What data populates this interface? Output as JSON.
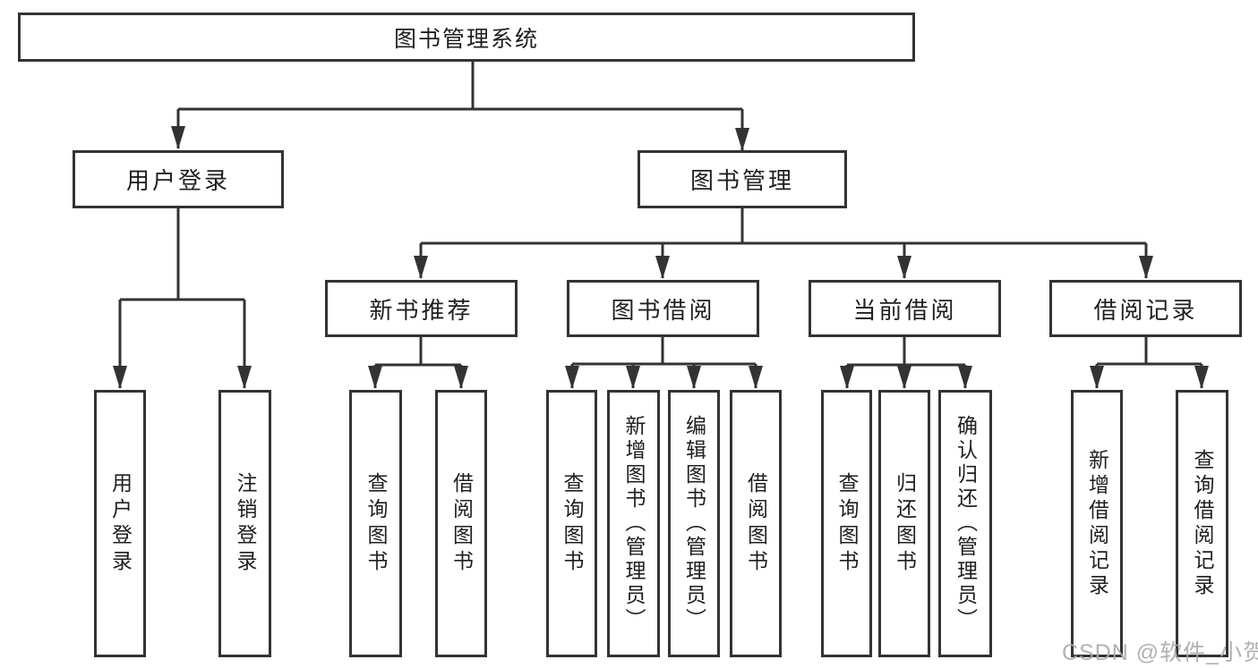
{
  "diagram": {
    "type": "hierarchy-tree",
    "root": {
      "label": "图书管理系统",
      "children": [
        {
          "label": "用户登录",
          "children": [
            {
              "label": "用户登录"
            },
            {
              "label": "注销登录"
            }
          ]
        },
        {
          "label": "图书管理",
          "children": [
            {
              "label": "新书推荐",
              "children": [
                {
                  "label": "查询图书"
                },
                {
                  "label": "借阅图书"
                }
              ]
            },
            {
              "label": "图书借阅",
              "children": [
                {
                  "label": "查询图书"
                },
                {
                  "label": "新增图书（管理员）"
                },
                {
                  "label": "编辑图书（管理员）"
                },
                {
                  "label": "借阅图书"
                }
              ]
            },
            {
              "label": "当前借阅",
              "children": [
                {
                  "label": "查询图书"
                },
                {
                  "label": "归还图书"
                },
                {
                  "label": "确认归还（管理员）"
                }
              ]
            },
            {
              "label": "借阅记录",
              "children": [
                {
                  "label": "新增借阅记录"
                },
                {
                  "label": "查询借阅记录"
                }
              ]
            }
          ]
        }
      ]
    }
  },
  "watermark": {
    "text": "CSDN @软件_小贺同学"
  },
  "colors": {
    "line": "#333333",
    "text": "#1f1f1f",
    "background": "#ffffff",
    "watermark": "#aaaaaa"
  }
}
